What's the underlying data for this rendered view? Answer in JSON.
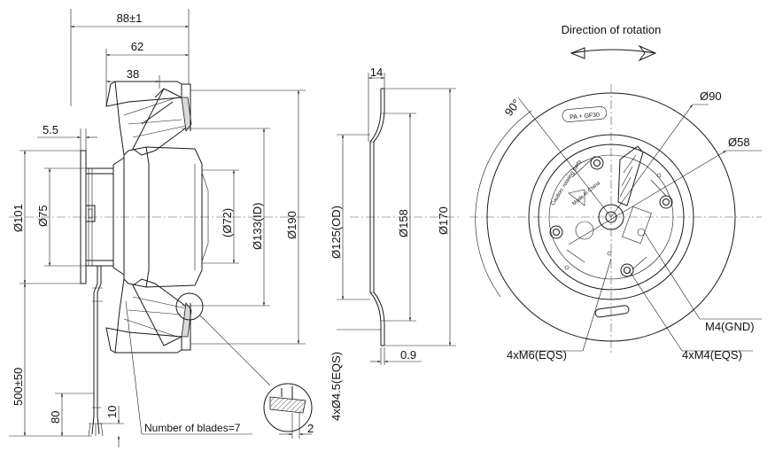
{
  "side_view": {
    "overall_length": "88±1",
    "dim_62": "62",
    "dim_38": "38",
    "dim_5_5": "5.5",
    "dia_101": "Ø101",
    "dia_75": "Ø75",
    "dia_72": "(Ø72)",
    "dia_133_id": "Ø133(ID)",
    "dia_190": "Ø190",
    "cable_length": "500±50",
    "dim_80": "80",
    "dim_10": "10",
    "blades_note": "Number of blades=7",
    "dim_2": "2"
  },
  "inlet_ring": {
    "dim_14": "14",
    "dia_125_od": "Ø125(OD)",
    "dia_158": "Ø158",
    "dia_170": "Ø170",
    "holes": "4xØ4.5(EQS)",
    "dim_0_9": "0.9"
  },
  "front_view": {
    "rotation_label": "Direction of rotation",
    "angle_90": "90°",
    "material": "PA + GF30",
    "dia_90": "Ø90",
    "dia_58": "Ø58",
    "gnd": "M4(GND)",
    "m6": "4xM6(EQS)",
    "m4": "4xM4(EQS)"
  }
}
